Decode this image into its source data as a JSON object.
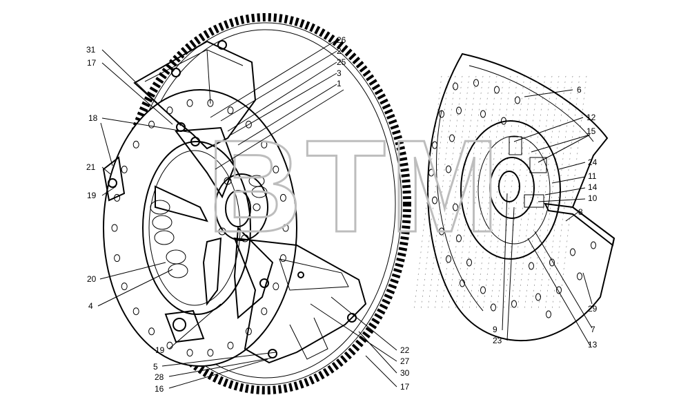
{
  "watermark": "BTM",
  "colors": {
    "ink": "#000000",
    "paper": "#ffffff",
    "watermark": "#bdbdbd"
  },
  "left_labels": [
    "31",
    "17",
    "18",
    "21",
    "19",
    "20",
    "4",
    "19",
    "5",
    "28",
    "16"
  ],
  "center_labels": [
    "26",
    "2",
    "25",
    "3",
    "1",
    "22",
    "27",
    "30",
    "17"
  ],
  "right_labels": [
    "6",
    "12",
    "15",
    "24",
    "11",
    "14",
    "10",
    "8",
    "29",
    "7",
    "13",
    "9",
    "23"
  ]
}
